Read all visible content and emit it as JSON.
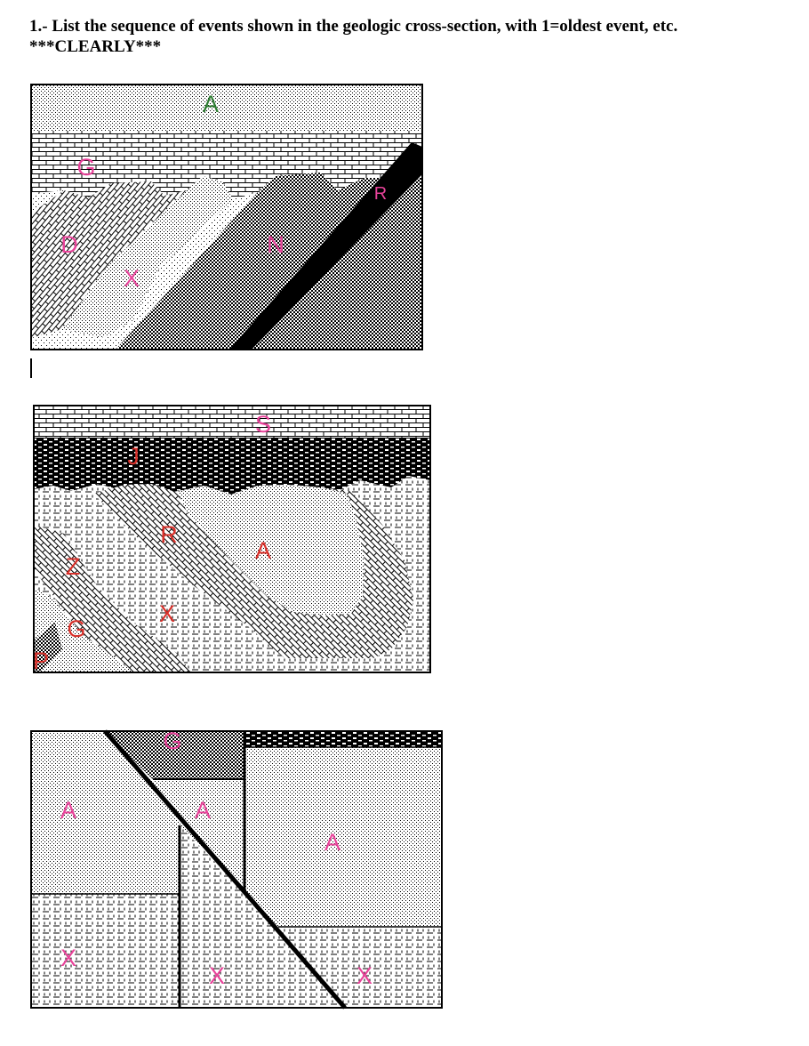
{
  "question": {
    "line1": "1.- List the sequence of events shown in the geologic cross-section, with 1=oldest event, etc.",
    "line2": "***CLEARLY***"
  },
  "colors": {
    "green": "#2e7d32",
    "pink": "#e8439a",
    "red": "#d9302a",
    "ink": "#000000"
  },
  "sections": [
    {
      "labels": {
        "a": "A",
        "g": "G",
        "r": "R",
        "d": "D",
        "n": "N",
        "x": "X"
      }
    },
    {
      "labels": {
        "s": "S",
        "j": "J",
        "r": "R",
        "a": "A",
        "z": "Z",
        "x": "X",
        "g": "G",
        "p": "P"
      }
    },
    {
      "labels": {
        "g": "G",
        "a1": "A",
        "a2": "A",
        "a3": "A",
        "x1": "X",
        "x2": "X",
        "x3": "X"
      }
    }
  ]
}
